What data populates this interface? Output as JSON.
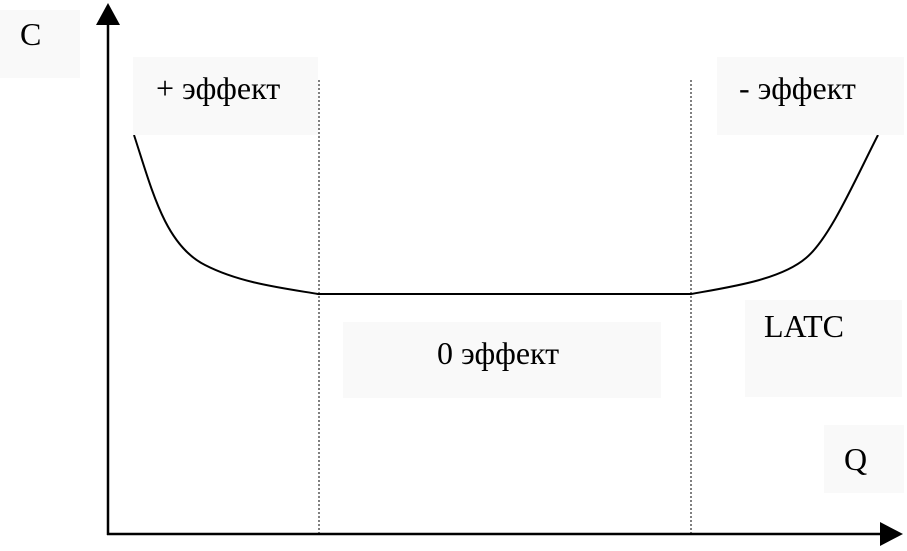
{
  "diagram": {
    "y_axis_label": "C",
    "x_axis_label": "Q",
    "curve_label": "LATC",
    "regions": {
      "left": "+ эффект",
      "middle": "0 эффект",
      "right": "- эффект"
    }
  }
}
